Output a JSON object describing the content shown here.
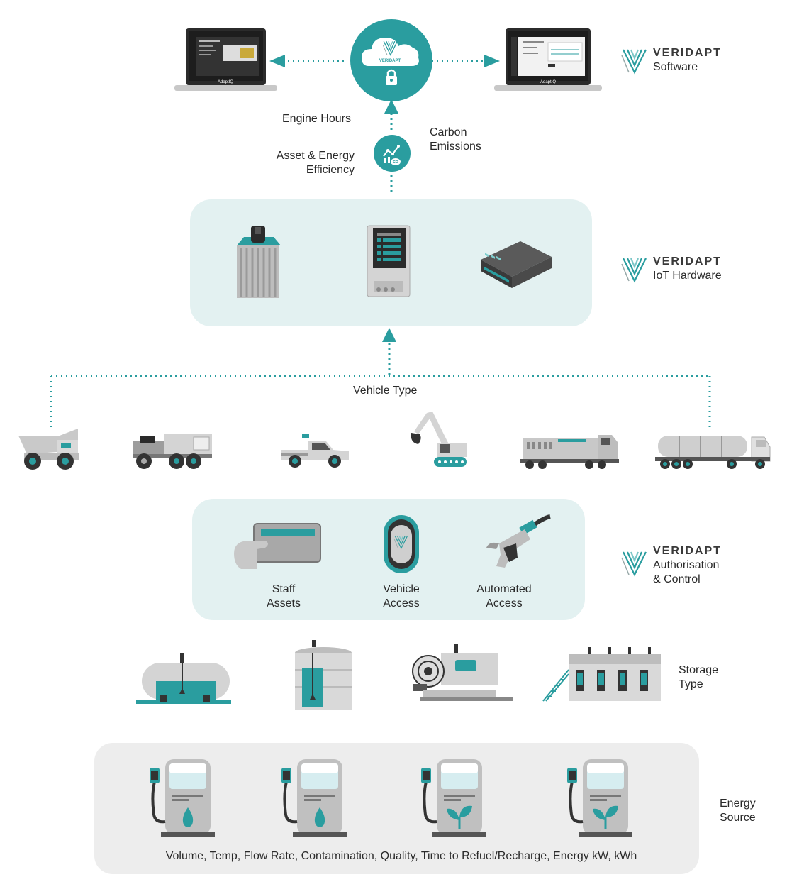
{
  "brand": {
    "name": "VERIDAPT",
    "software": "Software",
    "iot": "IoT Hardware",
    "auth_line1": "Authorisation",
    "auth_line2": "& Control"
  },
  "cloud": {
    "label": "VERIDAPT"
  },
  "laptops": {
    "left_logo": "AdaptIQ",
    "right_logo": "AdaptIQ"
  },
  "telemetry": {
    "engine_hours": "Engine Hours",
    "asset_energy_1": "Asset & Energy",
    "asset_energy_2": "Efficiency",
    "carbon_1": "Carbon",
    "carbon_2": "Emissions",
    "co2_badge": "CO"
  },
  "vehicle_type": "Vehicle Type",
  "vehicles": [
    "haul-truck",
    "water-truck",
    "light-vehicle",
    "excavator",
    "locomotive",
    "tanker-truck"
  ],
  "access": {
    "staff_1": "Staff",
    "staff_2": "Assets",
    "vehicle_1": "Vehicle",
    "vehicle_2": "Access",
    "auto_1": "Automated",
    "auto_2": "Access"
  },
  "storage": {
    "label_1": "Storage",
    "label_2": "Type"
  },
  "energy": {
    "label_1": "Energy",
    "label_2": "Source",
    "metrics": "Volume, Temp, Flow Rate, Contamination, Quality, Time to Refuel/Recharge, Energy kW, kWh"
  },
  "colors": {
    "teal": "#2a9d9f",
    "panel": "#e3f1f1",
    "grey_panel": "#ededed",
    "dark": "#3a3a3a"
  }
}
